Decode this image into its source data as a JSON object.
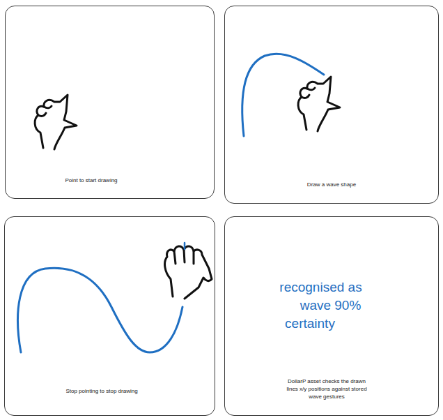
{
  "diagram": {
    "nodes": [
      {
        "text": [
          "Point to start drawing"
        ]
      },
      {
        "text": [
          "Draw a wave shape"
        ]
      },
      {
        "text": [
          "Stop pointing to stop drawing"
        ]
      },
      {
        "text": [
          "recognised as wave 90% certainty",
          "DollarP asset checks the drawn lines x/y positions against stored wave gestures"
        ]
      }
    ]
  }
}
